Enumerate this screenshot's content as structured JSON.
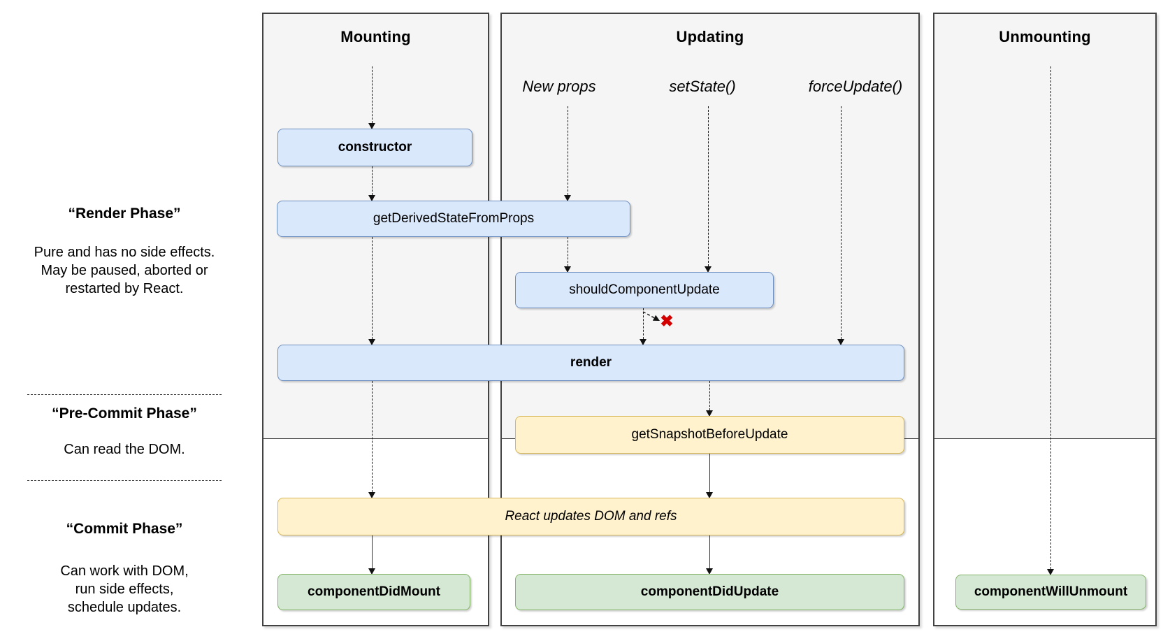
{
  "columns": [
    {
      "title": "Mounting"
    },
    {
      "title": "Updating"
    },
    {
      "title": "Unmounting"
    }
  ],
  "triggers": {
    "new_props": "New props",
    "set_state": "setState()",
    "force_update": "forceUpdate()"
  },
  "boxes": {
    "constructor": "constructor",
    "get_derived_state_from_props": "getDerivedStateFromProps",
    "should_component_update": "shouldComponentUpdate",
    "render": "render",
    "get_snapshot_before_update": "getSnapshotBeforeUpdate",
    "react_updates_dom": "React updates DOM and refs",
    "component_did_mount": "componentDidMount",
    "component_did_update": "componentDidUpdate",
    "component_will_unmount": "componentWillUnmount"
  },
  "phases": [
    {
      "title": "“Render Phase”",
      "lines": [
        "Pure and has no side effects.",
        "May be paused, aborted or",
        "restarted by React."
      ]
    },
    {
      "title": "“Pre-Commit Phase”",
      "lines": [
        "Can read the DOM."
      ]
    },
    {
      "title": "“Commit Phase”",
      "lines": [
        "Can work with DOM,",
        "run side effects,",
        "schedule updates."
      ]
    }
  ],
  "reject_mark": "✖",
  "colors": {
    "blue_fill": "#dae8fc",
    "blue_stroke": "#6c8ebf",
    "yellow_fill": "#fff2cc",
    "yellow_stroke": "#d6b656",
    "green_fill": "#d5e8d4",
    "green_stroke": "#82b366",
    "column_fill": "#f5f5f5",
    "column_stroke": "#424242",
    "reject_x": "#d40000"
  }
}
